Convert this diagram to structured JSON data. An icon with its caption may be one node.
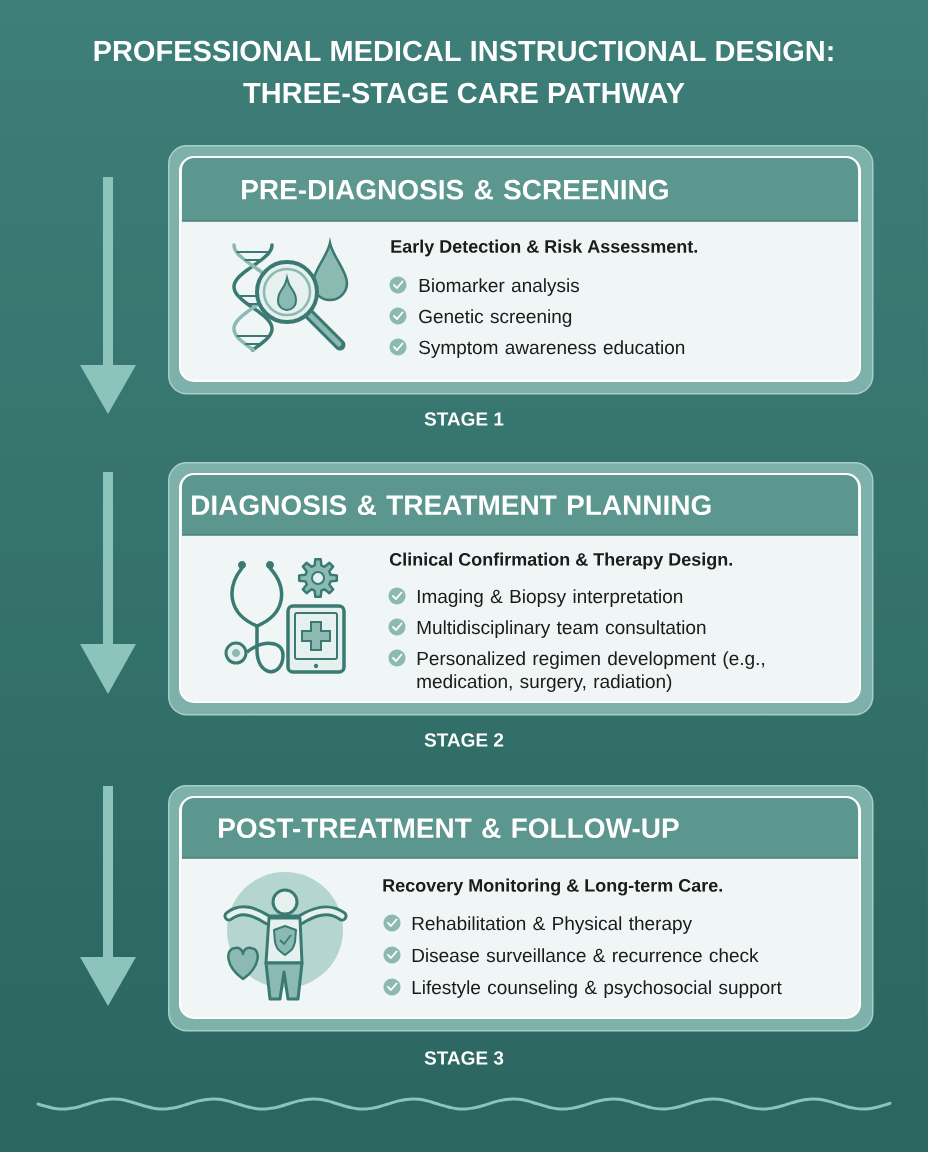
{
  "diagram": {
    "title": "PROFESSIONAL MEDICAL INSTRUCTIONAL DESIGN: THREE-STAGE CARE PATHWAY",
    "nodes": [
      {
        "text": [
          "Early Detection & Risk Assessment.",
          "Biomarker analysis",
          "Genetic screening",
          "Symptom awareness education"
        ],
        "beside": [
          "STAGE 1"
        ]
      },
      {
        "text": [
          "PRE-DIAGNOSIS & SCREENING"
        ],
        "in": 0
      },
      {
        "text": [
          "Clinical Confirmation & Therapy Design.",
          "Imaging & Biopsy interpretation",
          "Multidisciplinary team consultation",
          "Personalized regimen development (e.g., medication, surgery, radiation)"
        ],
        "beside": [
          "STAGE 2"
        ]
      },
      {
        "text": [
          "DIAGNOSIS & TREATMENT PLANNING"
        ],
        "in": 2
      },
      {
        "text": [
          "Recovery Monitoring & Long-term Care.",
          "Rehabilitation & Physical therapy",
          "Disease surveillance & recurrence check",
          "Lifestyle counseling & psychosocial support"
        ],
        "beside": [
          "STAGE 3"
        ]
      },
      {
        "text": [
          "POST-TREATMENT & FOLLOW-UP"
        ],
        "in": 4
      }
    ]
  }
}
